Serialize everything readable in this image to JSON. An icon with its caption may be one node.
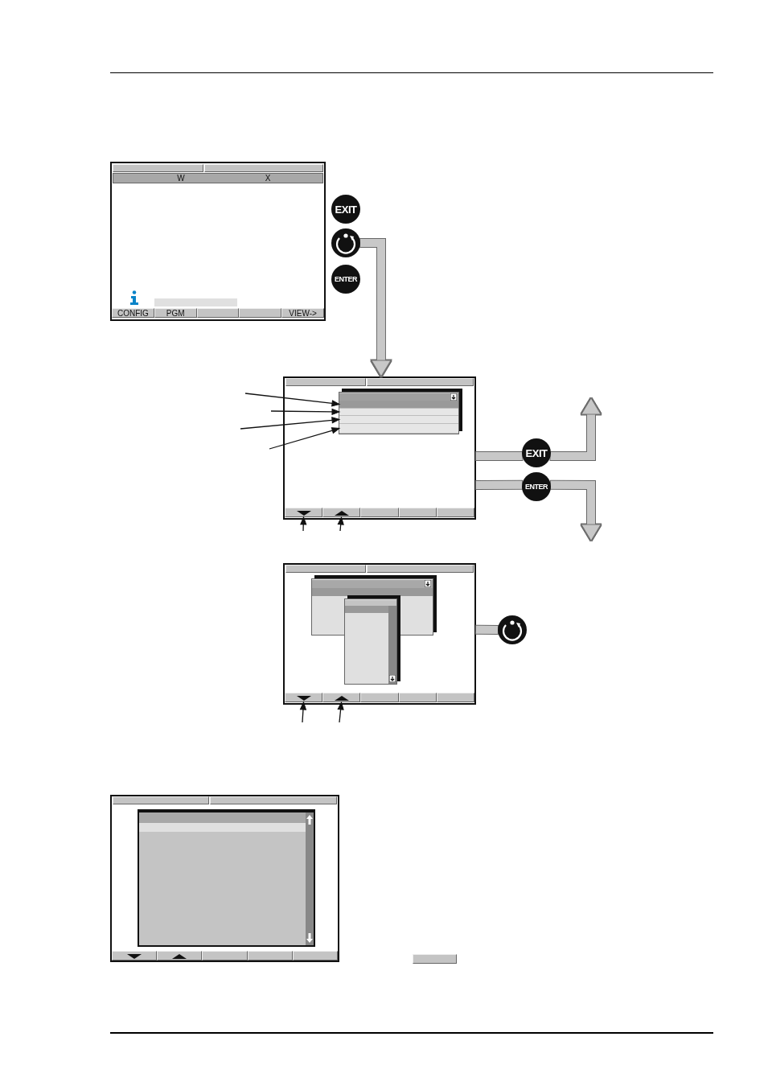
{
  "diagram": {
    "nodes": [
      {
        "text": [
          "EXIT"
        ]
      },
      {
        "text": [],
        "shape": "circle"
      },
      {
        "text": [
          "ENTER"
        ]
      },
      {
        "text": [],
        "shape": "box"
      },
      {
        "text": [],
        "shape": "bar",
        "in": 3
      },
      {
        "text": [],
        "shape": "bar",
        "in": 3
      },
      {
        "text": [],
        "shape": "bar",
        "in": 3
      },
      {
        "text": [],
        "shape": "bar",
        "in": 3
      },
      {
        "text": [],
        "shape": "bar",
        "in": 3
      },
      {
        "text": [],
        "shape": "bar",
        "in": 3
      },
      {
        "text": [
          "EXIT"
        ]
      },
      {
        "text": [
          "ENTER"
        ]
      },
      {
        "text": [],
        "shape": "box"
      },
      {
        "text": [],
        "shape": "bar",
        "in": 12
      },
      {
        "text": [],
        "shape": "bar",
        "in": 12
      },
      {
        "text": [],
        "shape": "circle"
      }
    ],
    "edges": [
      {
        "from": 1,
        "to": 3,
        "arrow": "to",
        "style": "thick",
        "color": "#c8c8c8"
      },
      {
        "from": 3,
        "to": 10,
        "arrow": "none",
        "style": "thick",
        "color": "#c8c8c8"
      },
      {
        "from": 10,
        "to": null,
        "arrow": "to",
        "style": "thick",
        "color": "#c8c8c8"
      },
      {
        "from": 3,
        "to": 11,
        "arrow": "none",
        "style": "thick",
        "color": "#c8c8c8"
      },
      {
        "from": 11,
        "to": null,
        "arrow": "to",
        "style": "thick",
        "color": "#c8c8c8"
      },
      {
        "from": 12,
        "to": 15,
        "arrow": "none",
        "style": "thick",
        "color": "#c8c8c8"
      },
      {
        "from": null,
        "to": 4,
        "arrow": "to",
        "color": "#111111"
      },
      {
        "from": null,
        "to": 5,
        "arrow": "to",
        "color": "#111111"
      },
      {
        "from": null,
        "to": 6,
        "arrow": "to",
        "color": "#111111"
      },
      {
        "from": null,
        "to": 7,
        "arrow": "to",
        "color": "#111111"
      },
      {
        "from": null,
        "to": 8,
        "arrow": "to",
        "color": "#111111"
      },
      {
        "from": null,
        "to": 9,
        "arrow": "to",
        "color": "#111111"
      },
      {
        "from": null,
        "to": 13,
        "arrow": "to",
        "color": "#111111"
      },
      {
        "from": null,
        "to": 14,
        "arrow": "to",
        "color": "#111111"
      }
    ],
    "labels": [
      "W",
      "X",
      "CONFIG",
      "PGM",
      "VIEW->"
    ]
  }
}
